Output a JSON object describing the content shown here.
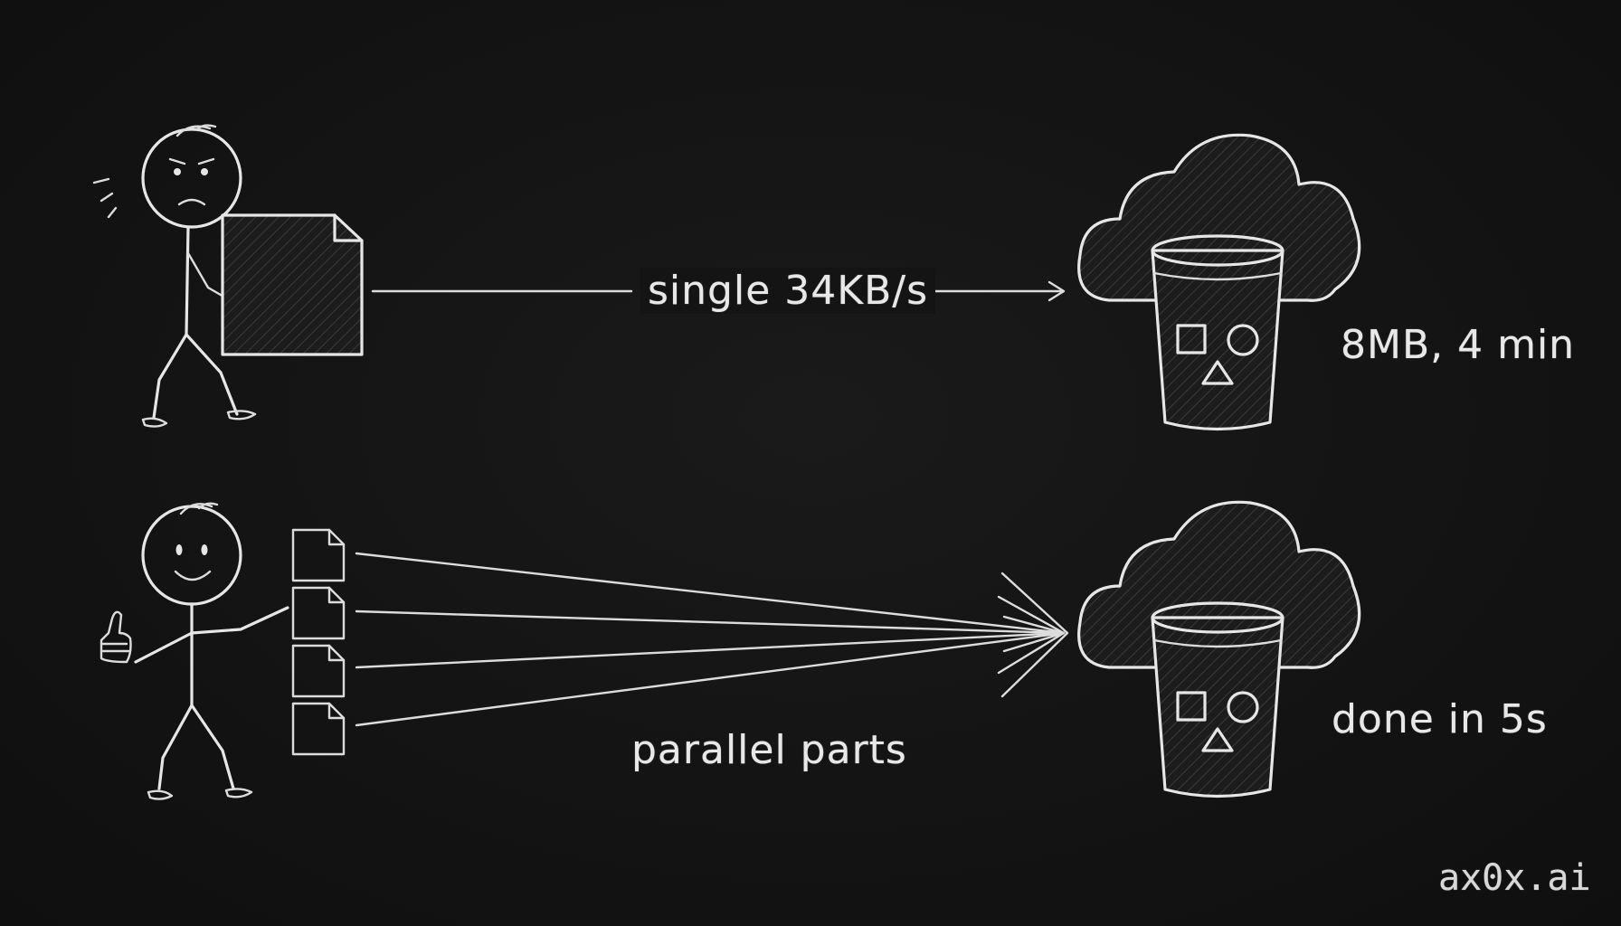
{
  "top_row": {
    "arrow_label": "single 34KB/s",
    "result_label": "8MB, 4 min"
  },
  "bottom_row": {
    "arrow_label": "parallel parts",
    "result_label": "done in 5s",
    "part_count": 4
  },
  "watermark": "ax0x.ai",
  "icons": [
    "worried-stick-figure",
    "large-file",
    "cloud-bucket",
    "happy-stick-figure",
    "thumbs-up",
    "file-part",
    "cloud-bucket"
  ],
  "colors": {
    "background": "#121212",
    "chalk": "#e6e6e6"
  }
}
